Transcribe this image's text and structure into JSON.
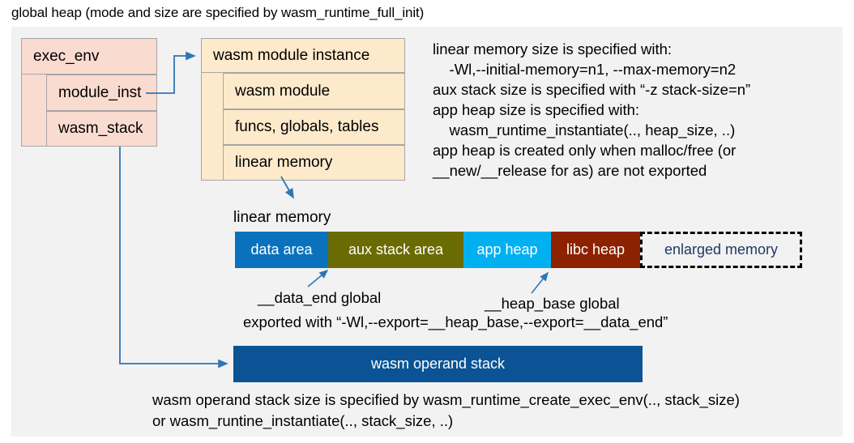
{
  "title": "global heap (mode and size are specified by wasm_runtime_full_init)",
  "exec_env": {
    "title": "exec_env",
    "rows": [
      {
        "label": "module_inst"
      },
      {
        "label": "wasm_stack"
      }
    ]
  },
  "wasm_module_instance": {
    "title": "wasm module instance",
    "rows": [
      {
        "label": "wasm module"
      },
      {
        "label": "funcs, globals, tables"
      },
      {
        "label": "linear memory"
      }
    ]
  },
  "notes": {
    "text": "linear memory size is specified with:\n    -Wl,--initial-memory=n1, --max-memory=n2\naux stack size is specified with “-z stack-size=n”\napp heap size is specified with:\n    wasm_runtime_instantiate(.., heap_size, ..)\napp heap is created only when malloc/free (or\n__new/__release for as) are not exported"
  },
  "linear_memory": {
    "caption": "linear memory",
    "segments": [
      {
        "label": "data area",
        "color": "#0a72bd",
        "text_color": "#ffffff"
      },
      {
        "label": "aux stack area",
        "color": "#6b6b03",
        "text_color": "#ffffff"
      },
      {
        "label": "app heap",
        "color": "#00b0f0",
        "text_color": "#ffffff"
      },
      {
        "label": "libc heap",
        "color": "#8c2200",
        "text_color": "#ffffff"
      },
      {
        "label": "enlarged memory",
        "color": "#f2f2f2",
        "text_color": "#1f3864"
      }
    ],
    "annotations": {
      "data_end": "__data_end global",
      "heap_base": "__heap_base global",
      "exported": "exported with “-Wl,--export=__heap_base,--export=__data_end”"
    }
  },
  "operand_stack": {
    "label": "wasm operand stack",
    "notes": "wasm operand stack size is specified by wasm_runtime_create_exec_env(.., stack_size)\nor wasm_runtine_instantiate(.., stack_size, ..)"
  },
  "colors": {
    "canvas": "#f2f2f2",
    "pink": "#fadbd0",
    "peach": "#fdeacb",
    "connector": "#2e75b6",
    "operand_stack": "#0b5394"
  }
}
